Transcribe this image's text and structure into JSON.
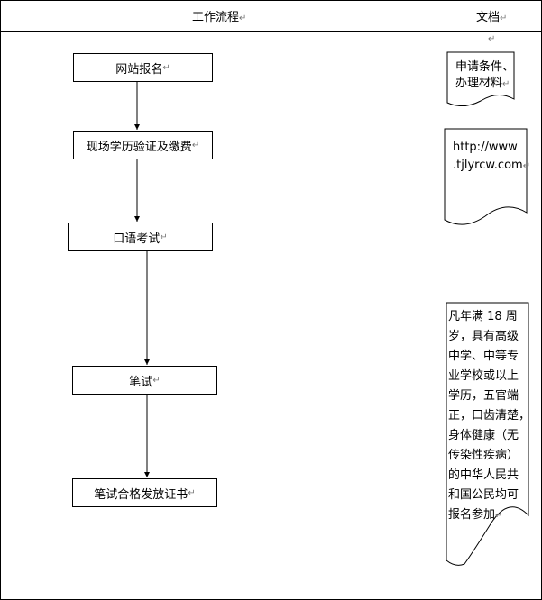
{
  "headers": {
    "process": "工作流程",
    "docs": "文档"
  },
  "mark": "↵",
  "steps": [
    "网站报名",
    "现场学历验证及缴费",
    "口语考试",
    "笔试",
    "笔试合格发放证书"
  ],
  "docs": {
    "doc1": [
      "申请条件、",
      "办理材料"
    ],
    "doc2": [
      "http://www",
      ".tjlyrcw.com"
    ],
    "doc3": [
      "凡年满 18 周",
      "岁，具有高级",
      "中学、中等专",
      "业学校或以上",
      "学历，五官端",
      "正，口齿清楚，",
      "身体健康（无",
      "传染性疾病）",
      "的中华人民共",
      "和国公民均可",
      "报名参加"
    ]
  }
}
